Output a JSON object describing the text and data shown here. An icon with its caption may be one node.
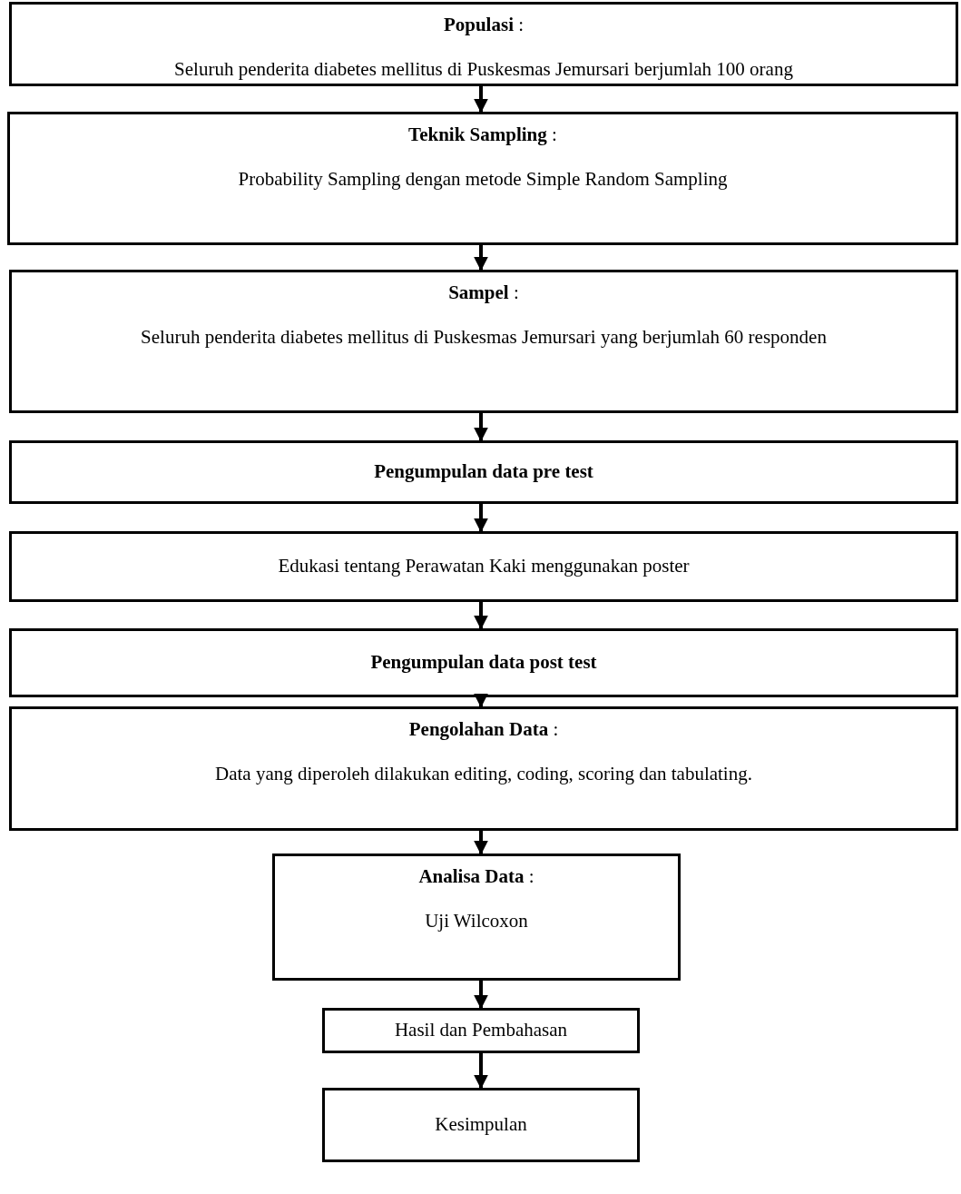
{
  "diagram": {
    "nodes": [
      {
        "text": [
          "**Populasi** :",
          "Seluruh penderita diabetes mellitus di Puskesmas Jemursari berjumlah 100 orang"
        ]
      },
      {
        "text": [
          "**Teknik Sampling** :",
          "Probability Sampling dengan metode Simple Random Sampling"
        ]
      },
      {
        "text": [
          "**Sampel** :",
          "Seluruh penderita diabetes mellitus di Puskesmas Jemursari yang berjumlah 60 responden"
        ]
      },
      {
        "text": [
          "**Pengumpulan data pre test**"
        ]
      },
      {
        "text": [
          "Edukasi tentang Perawatan Kaki menggunakan poster"
        ]
      },
      {
        "text": [
          "**Pengumpulan data post test**"
        ]
      },
      {
        "text": [
          "**Pengolahan Data** :",
          "Data yang diperoleh dilakukan editing, coding, scoring dan tabulating."
        ]
      },
      {
        "text": [
          "**Analisa Data** :",
          "Uji Wilcoxon"
        ]
      },
      {
        "text": [
          "Hasil dan Pembahasan"
        ]
      },
      {
        "text": [
          "Kesimpulan"
        ]
      }
    ],
    "edges": [
      {
        "from": 0,
        "to": 1,
        "arrow": "to"
      },
      {
        "from": 1,
        "to": 2,
        "arrow": "to"
      },
      {
        "from": 2,
        "to": 3,
        "arrow": "to"
      },
      {
        "from": 3,
        "to": 4,
        "arrow": "to"
      },
      {
        "from": 4,
        "to": 5,
        "arrow": "to"
      },
      {
        "from": 5,
        "to": 6,
        "arrow": "to"
      },
      {
        "from": 6,
        "to": 7,
        "arrow": "to"
      },
      {
        "from": 7,
        "to": 8,
        "arrow": "to"
      },
      {
        "from": 8,
        "to": 9,
        "arrow": "to"
      }
    ]
  }
}
